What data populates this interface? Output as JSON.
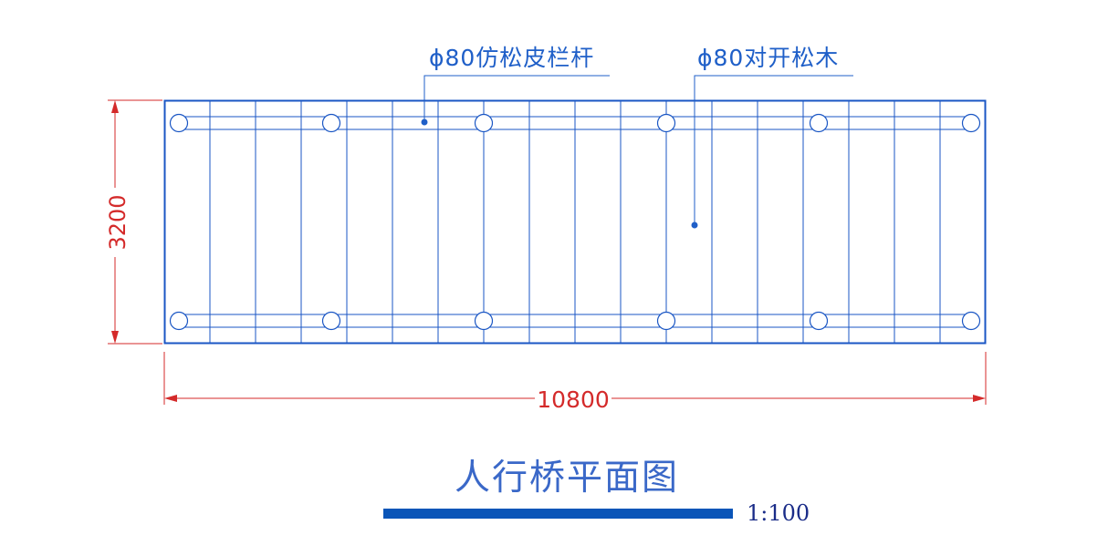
{
  "labels": {
    "railing": "ϕ80仿松皮栏杆",
    "deck": "ϕ80对开松木"
  },
  "dimensions": {
    "width": "10800",
    "depth": "3200"
  },
  "title": "人行桥平面图",
  "scale": "1:100",
  "colors": {
    "structure": "#1a56c4",
    "dimension": "#d42a2a",
    "leader": "#1f5fc8",
    "title": "#3a68c8",
    "scale_bar": "#0a55b8",
    "scale_text": "#1a2c88"
  }
}
